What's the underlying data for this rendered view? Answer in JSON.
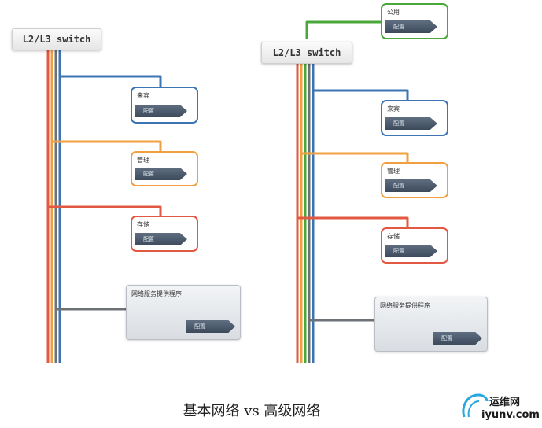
{
  "colors": {
    "blue": "#3d74b3",
    "green": "#4aa83a",
    "orange": "#f0a040",
    "red": "#e35843",
    "gray": "#6d7277"
  },
  "basic": {
    "switch_label": "L2/L3 switch",
    "networks": [
      {
        "label": "来宾",
        "button": "配置",
        "color": "blue"
      },
      {
        "label": "管理",
        "button": "配置",
        "color": "orange"
      },
      {
        "label": "存储",
        "button": "配置",
        "color": "red"
      }
    ],
    "provider": {
      "label": "网络服务提供程序",
      "button": "配置"
    }
  },
  "advanced": {
    "switch_label": "L2/L3 switch",
    "public": {
      "label": "公用",
      "button": "配置",
      "color": "green"
    },
    "networks": [
      {
        "label": "来宾",
        "button": "配置",
        "color": "blue"
      },
      {
        "label": "管理",
        "button": "配置",
        "color": "orange"
      },
      {
        "label": "存储",
        "button": "配置",
        "color": "red"
      }
    ],
    "provider": {
      "label": "网络服务提供程序",
      "button": "配置"
    }
  },
  "caption": "基本网络 vs 高级网络",
  "watermark": {
    "name": "运维网",
    "url": "iyunv.com"
  }
}
